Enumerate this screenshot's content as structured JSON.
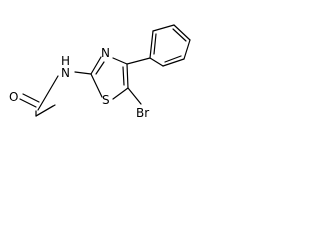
{
  "molecule": {
    "atoms": {
      "oxygen": "O",
      "nitrogen_amide": "N",
      "amide_hydrogen": "H",
      "nitrogen_ring": "N",
      "sulfur": "S",
      "bromine": "Br"
    }
  }
}
